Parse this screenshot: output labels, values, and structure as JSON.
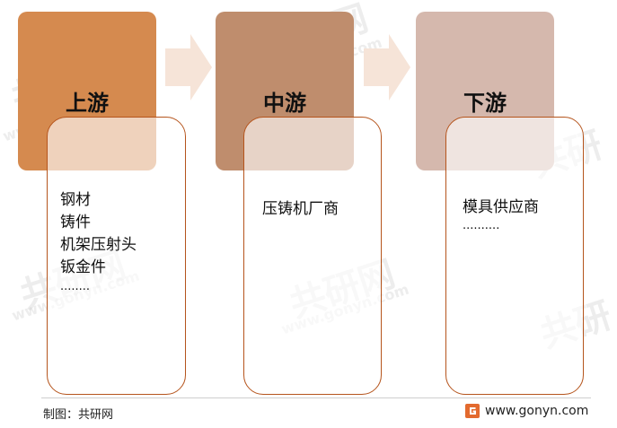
{
  "stages": [
    {
      "title": "上游",
      "color": "#d58a4f",
      "items": [
        "钢材",
        "铸件",
        "机架压射头",
        "钣金件",
        "........"
      ]
    },
    {
      "title": "中游",
      "color": "#bf8d6d",
      "items": [
        "压铸机厂商"
      ]
    },
    {
      "title": "下游",
      "color": "#d5b8ad",
      "items": [
        "模具供应商",
        ".........."
      ]
    }
  ],
  "footer": {
    "credit": "制图：共研网",
    "website": "www.gonyn.com"
  },
  "watermark": {
    "brand": "共研网",
    "domain": "www.gonyn.com"
  },
  "colors": {
    "arrow": "#f6e4d8",
    "card_border": "#b5541c",
    "logo": "#e36a2e"
  }
}
